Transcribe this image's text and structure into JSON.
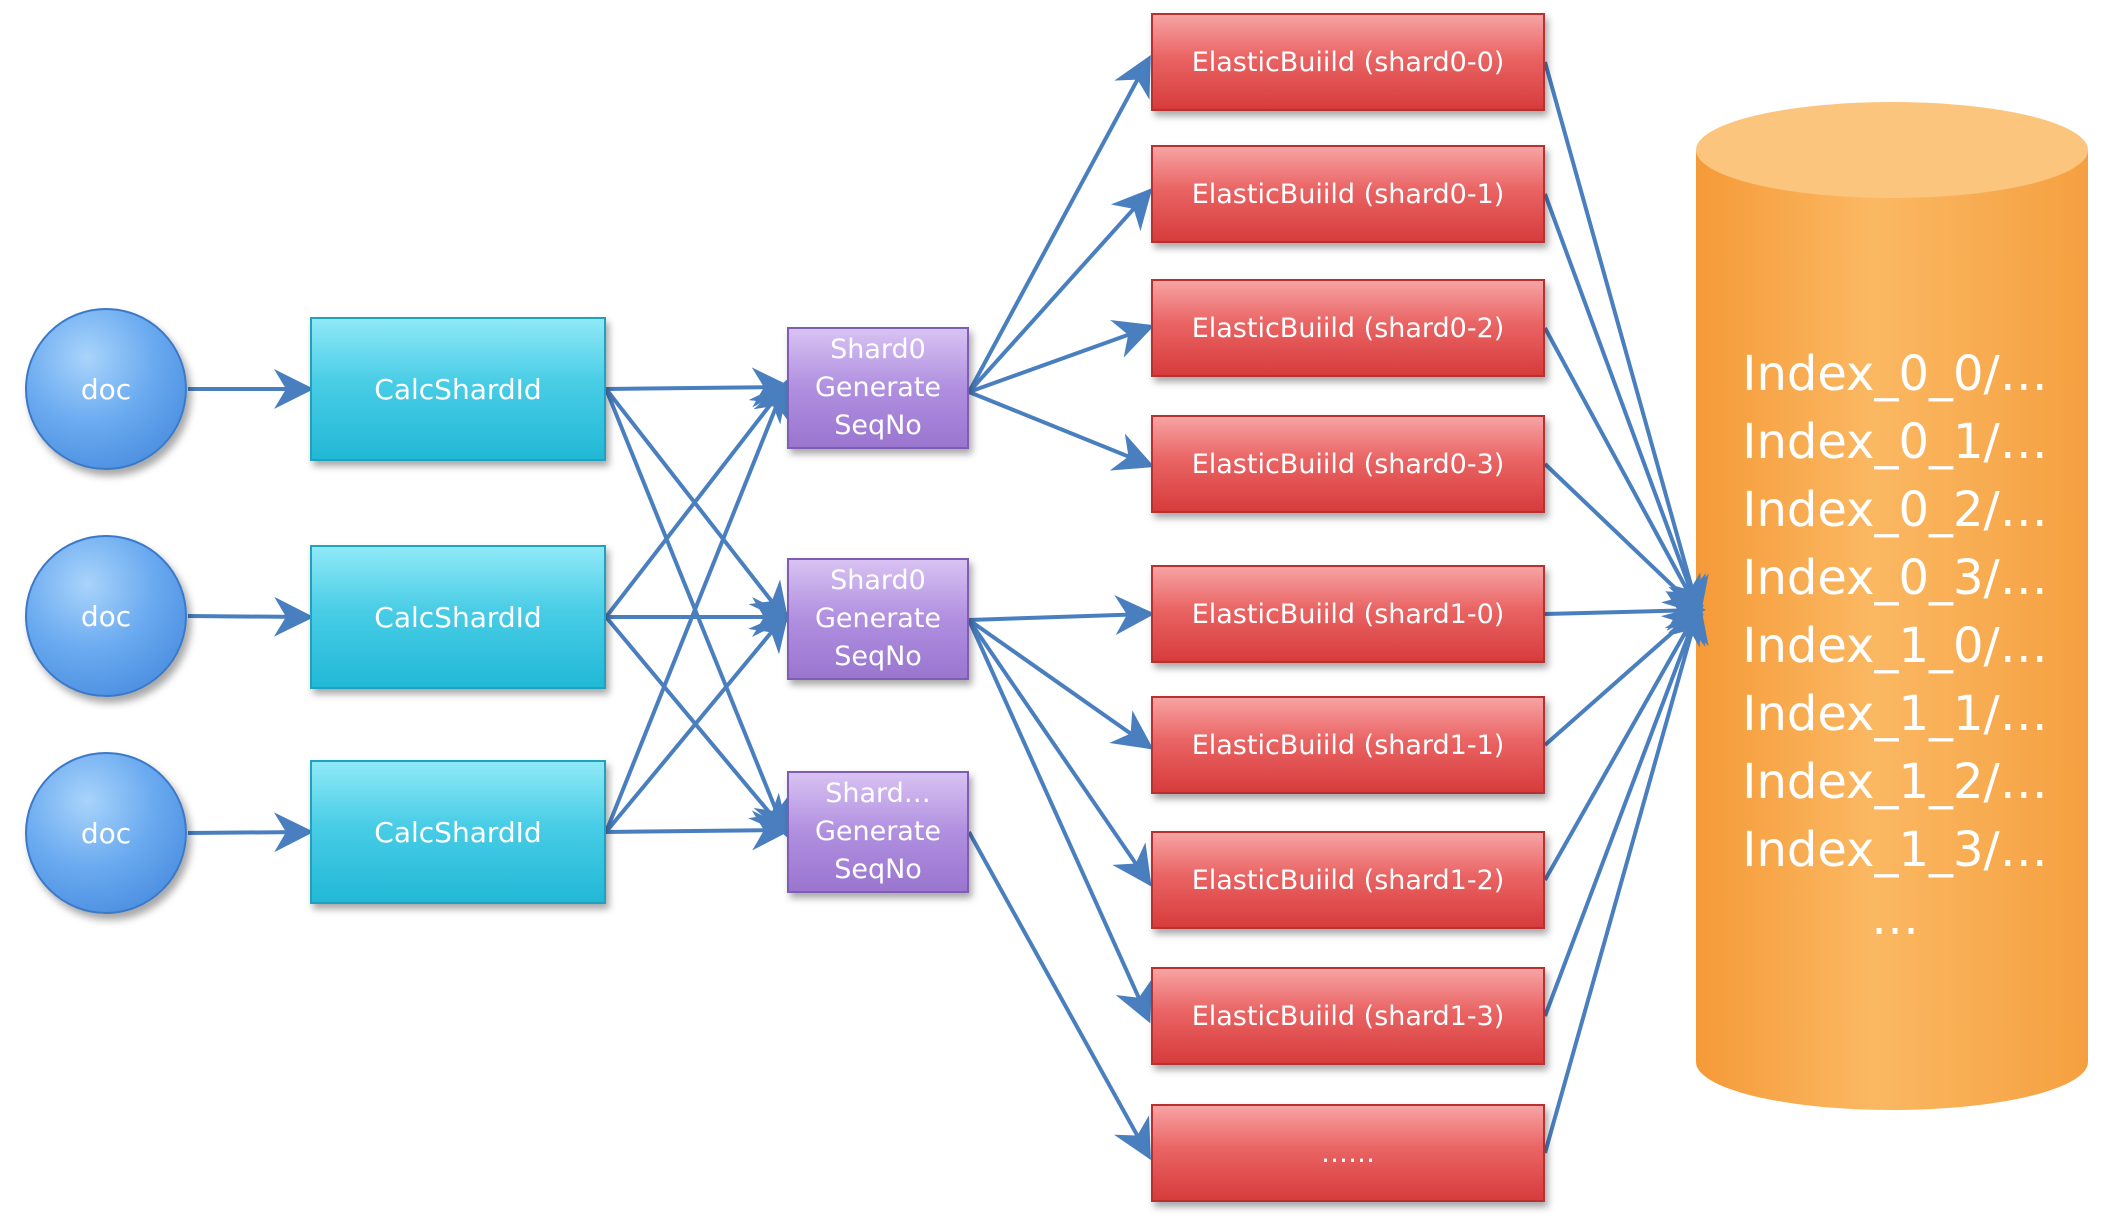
{
  "docs": [
    {
      "label": "doc"
    },
    {
      "label": "doc"
    },
    {
      "label": "doc"
    }
  ],
  "calc_nodes": [
    {
      "label": "CalcShardId"
    },
    {
      "label": "CalcShardId"
    },
    {
      "label": "CalcShardId"
    }
  ],
  "shard_nodes": [
    {
      "lines": [
        "Shard0",
        "Generate",
        "SeqNo"
      ]
    },
    {
      "lines": [
        "Shard0",
        "Generate",
        "SeqNo"
      ]
    },
    {
      "lines": [
        "Shard…",
        "Generate",
        "SeqNo"
      ]
    }
  ],
  "build_nodes": [
    {
      "label": "ElasticBuiild (shard0-0)"
    },
    {
      "label": "ElasticBuiild (shard0-1)"
    },
    {
      "label": "ElasticBuiild (shard0-2)"
    },
    {
      "label": "ElasticBuiild (shard0-3)"
    },
    {
      "label": "ElasticBuiild (shard1-0)"
    },
    {
      "label": "ElasticBuiild (shard1-1)"
    },
    {
      "label": "ElasticBuiild (shard1-2)"
    },
    {
      "label": "ElasticBuiild (shard1-3)"
    },
    {
      "label": "……"
    }
  ],
  "storage": {
    "lines": [
      "Index_0_0/…",
      "Index_0_1/…",
      "Index_0_2/…",
      "Index_0_3/…",
      "Index_1_0/…",
      "Index_1_1/…",
      "Index_1_2/…",
      "Index_1_3/…",
      "…"
    ]
  },
  "colors": {
    "arrow": "#4a7fbf",
    "doc": "#5b9ce8",
    "calc": "#3fc8e3",
    "shard": "#a987d9",
    "build": "#e55252",
    "storage": "#f8a94a"
  }
}
